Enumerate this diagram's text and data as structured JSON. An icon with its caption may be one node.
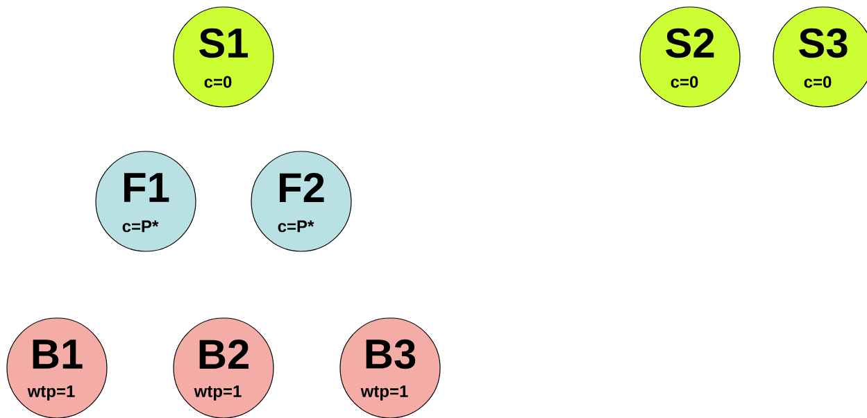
{
  "diagram": {
    "nodes": [
      {
        "text": [
          "S1",
          "c=0"
        ]
      },
      {
        "text": [
          "S2",
          "c=0"
        ]
      },
      {
        "text": [
          "S3",
          "c=0"
        ]
      },
      {
        "text": [
          "F1",
          "c=P*"
        ]
      },
      {
        "text": [
          "F2",
          "c=P*"
        ]
      },
      {
        "text": [
          "B1",
          "wtp=1"
        ]
      },
      {
        "text": [
          "B2",
          "wtp=1"
        ]
      },
      {
        "text": [
          "B3",
          "wtp=1"
        ]
      }
    ]
  }
}
